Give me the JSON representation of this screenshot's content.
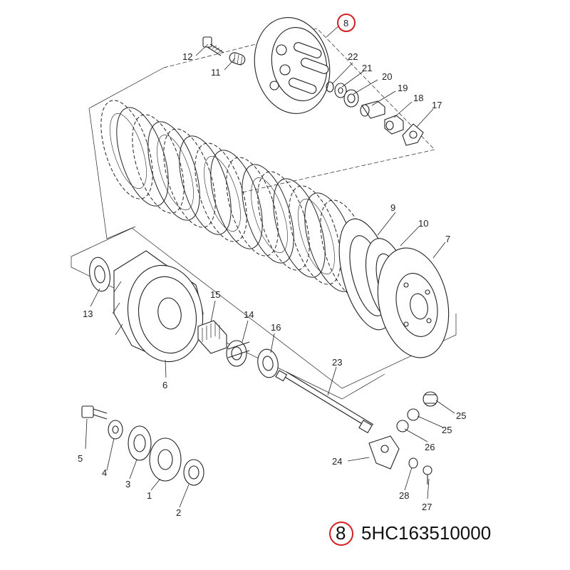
{
  "diagram": {
    "callouts": [
      {
        "id": "c1",
        "label": "1"
      },
      {
        "id": "c2",
        "label": "2"
      },
      {
        "id": "c3",
        "label": "3"
      },
      {
        "id": "c4",
        "label": "4"
      },
      {
        "id": "c5",
        "label": "5"
      },
      {
        "id": "c6",
        "label": "6"
      },
      {
        "id": "c7",
        "label": "7"
      },
      {
        "id": "c8",
        "label": "8"
      },
      {
        "id": "c9",
        "label": "9"
      },
      {
        "id": "c10",
        "label": "10"
      },
      {
        "id": "c11",
        "label": "11"
      },
      {
        "id": "c12",
        "label": "12"
      },
      {
        "id": "c13",
        "label": "13"
      },
      {
        "id": "c14",
        "label": "14"
      },
      {
        "id": "c15",
        "label": "15"
      },
      {
        "id": "c16",
        "label": "16"
      },
      {
        "id": "c17",
        "label": "17"
      },
      {
        "id": "c18",
        "label": "18"
      },
      {
        "id": "c19",
        "label": "19"
      },
      {
        "id": "c20",
        "label": "20"
      },
      {
        "id": "c21",
        "label": "21"
      },
      {
        "id": "c22",
        "label": "22"
      },
      {
        "id": "c23",
        "label": "23"
      },
      {
        "id": "c24",
        "label": "24"
      },
      {
        "id": "c25a",
        "label": "25"
      },
      {
        "id": "c25b",
        "label": "25"
      },
      {
        "id": "c26",
        "label": "26"
      },
      {
        "id": "c27",
        "label": "27"
      },
      {
        "id": "c28",
        "label": "28"
      }
    ],
    "highlight": {
      "callout_label": "8",
      "color": "#d42020"
    }
  },
  "part_reference": {
    "marker": "8",
    "part_number": "5HC163510000",
    "marker_color": "#d42020"
  }
}
